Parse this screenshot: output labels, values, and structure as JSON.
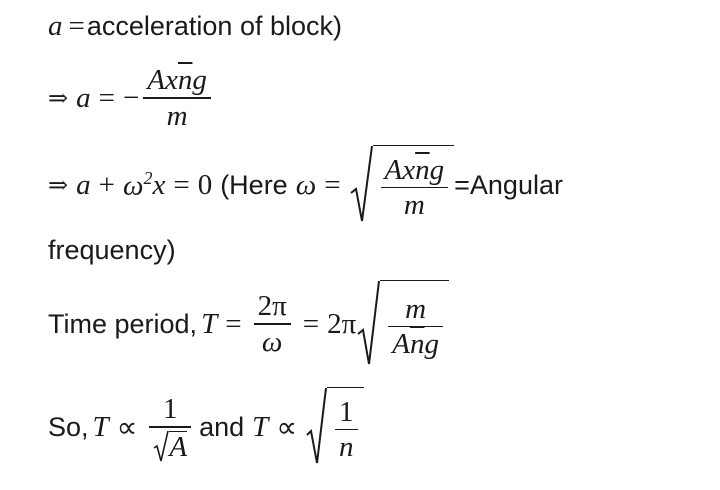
{
  "lines": {
    "l1": {
      "var": "a",
      "eq": "=",
      "text": "acceleration of block)"
    },
    "l2": {
      "arrow": "⇒",
      "lhs": "a",
      "eq": "=",
      "minus": "−",
      "num_a": "Ax",
      "num_bar": "n",
      "num_b": "g",
      "den": "m"
    },
    "l3": {
      "arrow": "⇒",
      "a": "a",
      "plus": "+",
      "omega": "ω",
      "sq": "2",
      "x": "x",
      "eq": "=",
      "zero": "0",
      "paren_text": "(Here",
      "omega2": "ω",
      "eq2": "=",
      "num_a": "Ax",
      "num_bar": "n",
      "num_b": "g",
      "den": "m",
      "tail": "=Angular"
    },
    "l4": {
      "text": "frequency)"
    },
    "l5": {
      "label": "Time period,",
      "T": "T",
      "eq": "=",
      "num": "2π",
      "den": "ω",
      "eq2": "=",
      "coef": "2π",
      "rnum": "m",
      "rden_a": "A",
      "rden_bar": "n",
      "rden_b": "g"
    },
    "l6": {
      "label": "So,",
      "T": "T",
      "prop": "∝",
      "num": "1",
      "den_root": "A",
      "and": "and",
      "T2": "T",
      "prop2": "∝",
      "rnum": "1",
      "rden": "n"
    }
  }
}
